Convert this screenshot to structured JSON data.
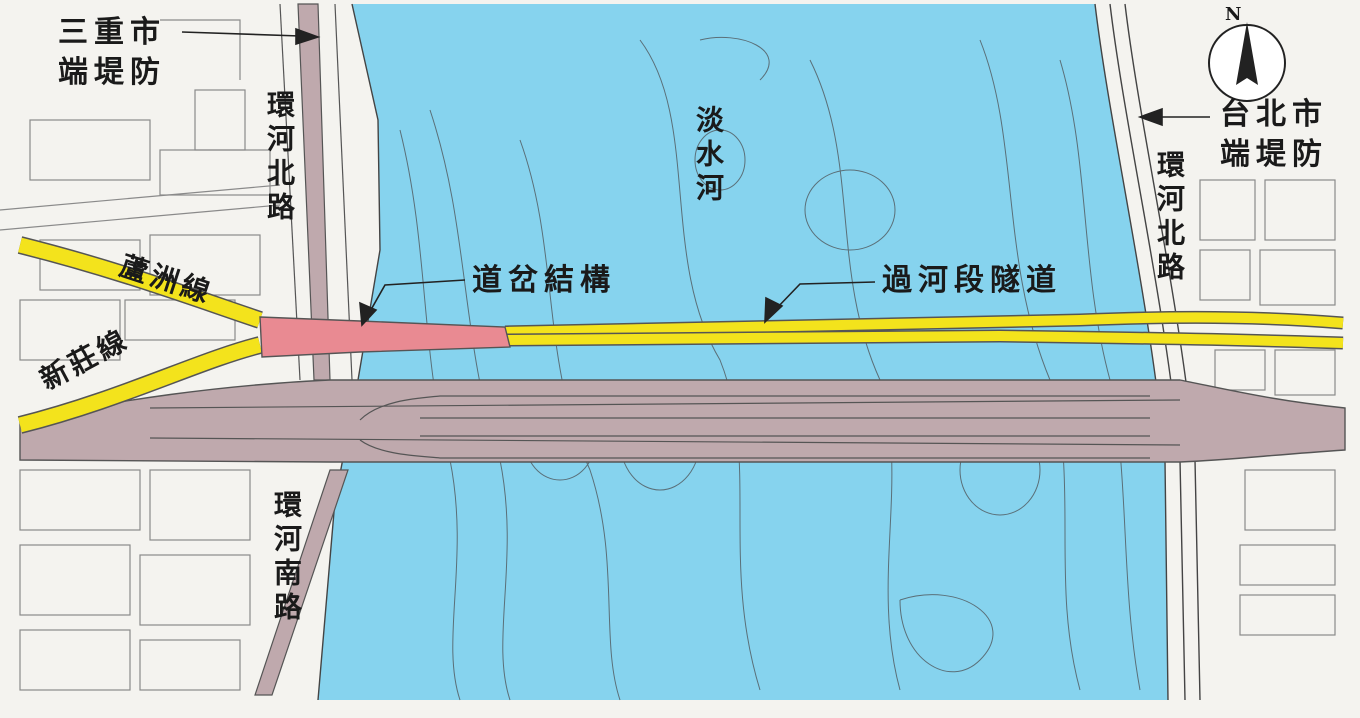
{
  "labels": {
    "sanchong_levee_1": "三重市",
    "sanchong_levee_2": "端堤防",
    "taipei_levee_1": "台北市",
    "taipei_levee_2": "端堤防",
    "huanhe_north_road_west": "環河北路",
    "huanhe_north_road_east": "環河北路",
    "huanhe_south_road": "環河南路",
    "tamsui_river": "淡水河",
    "luzhou_line": "蘆洲線",
    "xinzhuang_line": "新莊線",
    "turnout_structure": "道岔結構",
    "river_crossing_tunnel": "過河段隧道",
    "north_arrow": "N"
  },
  "colors": {
    "river": "#86d3ee",
    "land": "#f4f3ef",
    "bridge": "#bfa9ad",
    "mrt_line": "#f3e31c",
    "turnout": "#e98a92",
    "linework": "#555555"
  }
}
